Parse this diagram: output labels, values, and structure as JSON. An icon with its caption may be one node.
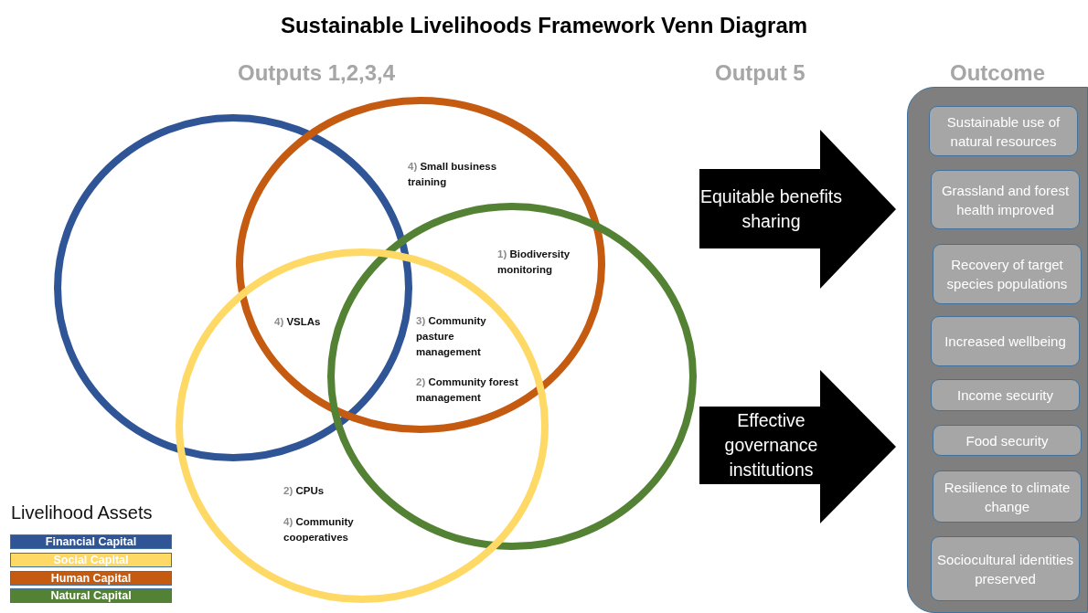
{
  "diagram": {
    "title": "Sustainable Livelihoods Framework Venn Diagram",
    "nodes": [
      {
        "text": [
          "Outcome"
        ]
      },
      {
        "text": [
          "Sustainable use of natural resources"
        ],
        "in": 0
      },
      {
        "text": [
          "Grassland and forest health improved"
        ],
        "in": 0
      },
      {
        "text": [
          "Recovery of target species populations"
        ],
        "in": 0
      },
      {
        "text": [
          "Increased wellbeing"
        ],
        "in": 0
      },
      {
        "text": [
          "Income security"
        ],
        "in": 0
      },
      {
        "text": [
          "Food security"
        ],
        "in": 0
      },
      {
        "text": [
          "Resilience to climate change"
        ],
        "in": 0
      },
      {
        "text": [
          "Sociocultural identities preserved"
        ],
        "in": 0
      },
      {
        "text": [
          "Equitable benefits sharing"
        ]
      },
      {
        "text": [
          "Effective governance institutions"
        ]
      }
    ],
    "labels": [
      "Outputs 1,2,3,4",
      "Output 5",
      "4) Small business training",
      "1) Biodiversity monitoring",
      "4) VSLAs",
      "3) Community pasture management",
      "2) Community forest management",
      "2) CPUs",
      "4) Community cooperatives",
      "Livelihood Assets"
    ],
    "legend": [
      {
        "text": "Financial Capital",
        "color": "#2f5597"
      },
      {
        "text": "Social Capital",
        "color": "#ffd966"
      },
      {
        "text": "Human Capital",
        "color": "#c55a11"
      },
      {
        "text": "Natural Capital",
        "color": "#548235"
      }
    ]
  }
}
